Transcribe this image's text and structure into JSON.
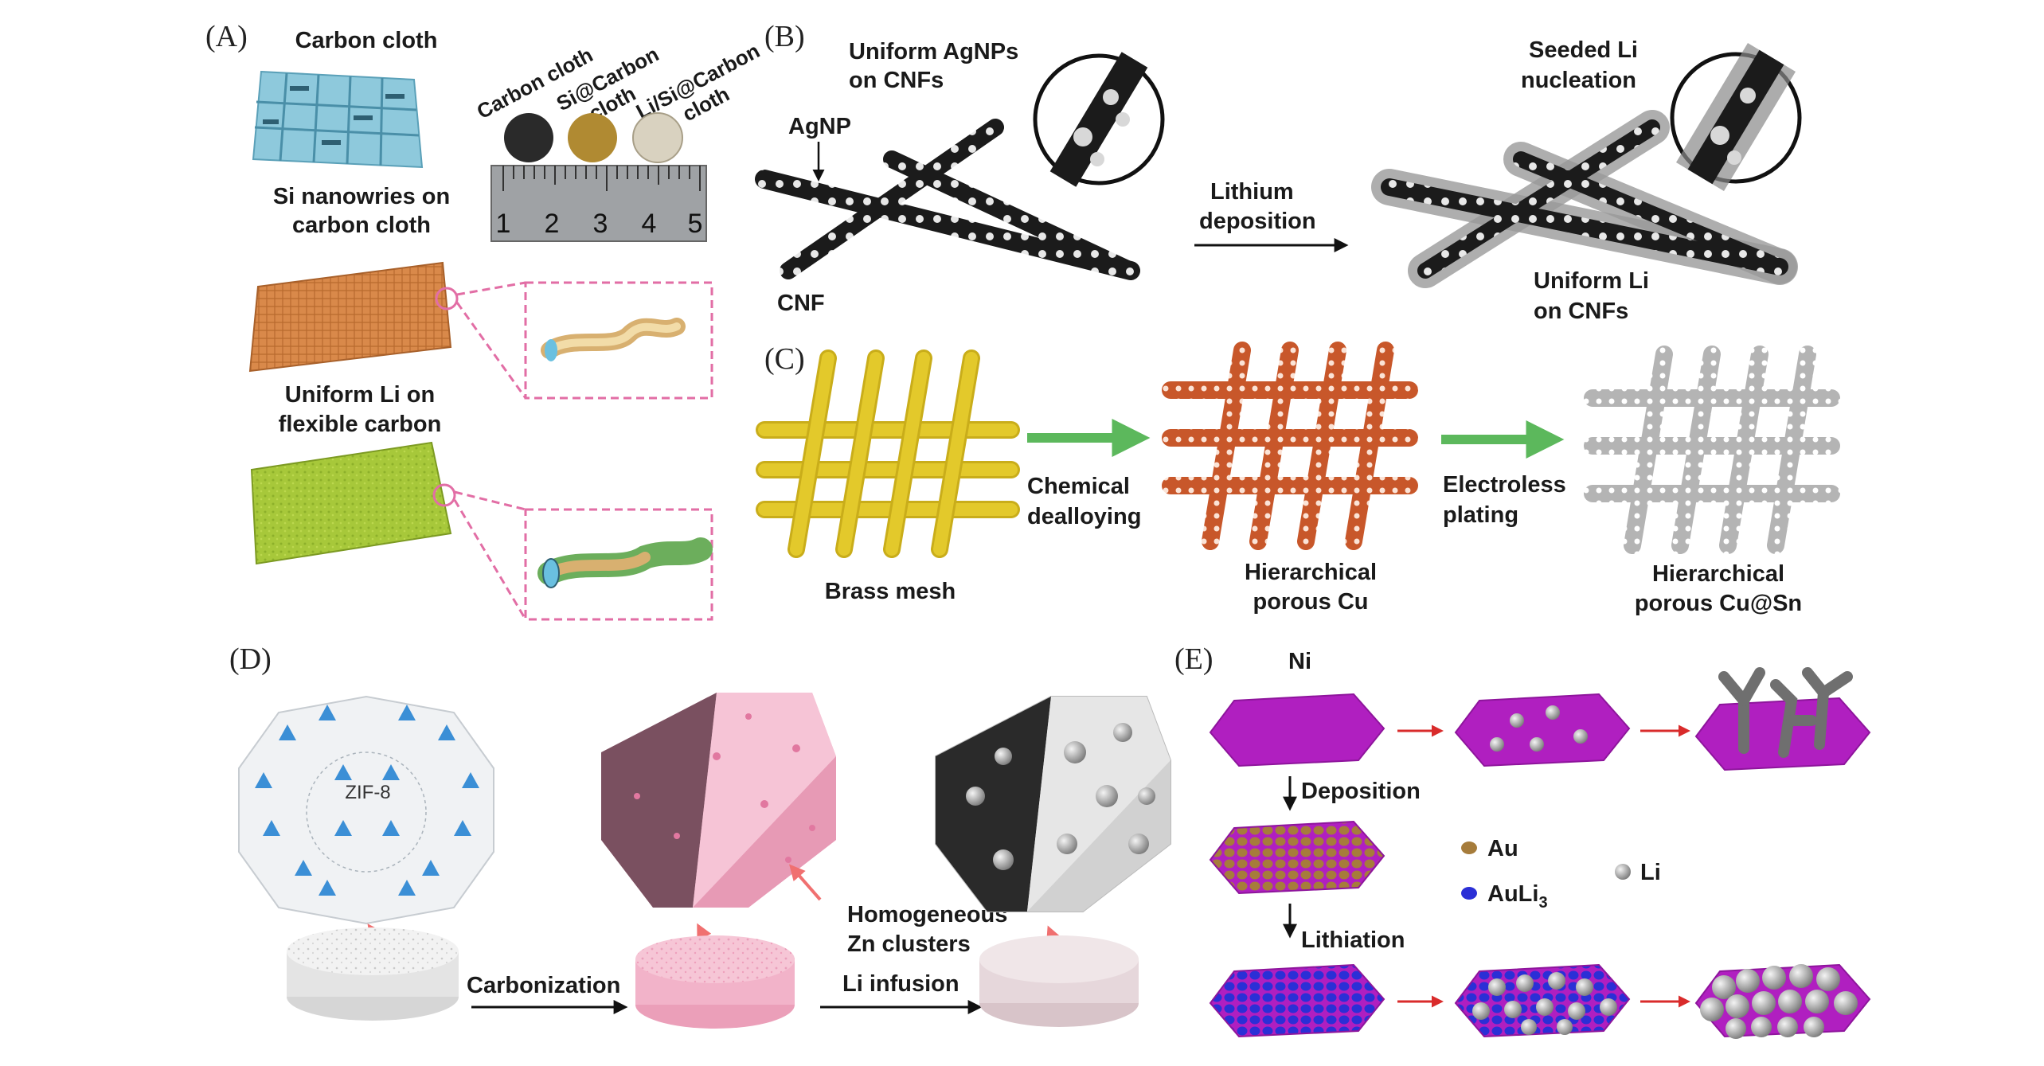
{
  "panels": {
    "A": {
      "label": "(A)",
      "carbon_cloth": "Carbon cloth",
      "si_nanowires": [
        "Si nanowries on",
        "carbon cloth"
      ],
      "uniform_li": [
        "Uniform Li on",
        "flexible carbon"
      ],
      "photo_labels": [
        [
          "Carbon cloth"
        ],
        [
          "Si@Carbon",
          "cloth"
        ],
        [
          "Li/Si@Carbon",
          "cloth"
        ]
      ],
      "ruler_ticks": [
        "1",
        "2",
        "3",
        "4",
        "5"
      ]
    },
    "B": {
      "label": "(B)",
      "uniform_agnps": [
        "Uniform AgNPs",
        "on CNFs"
      ],
      "agnp": "AgNP",
      "cnf": "CNF",
      "lithium_deposition": [
        "Lithium",
        "deposition"
      ],
      "seeded_li": [
        "Seeded Li",
        "nucleation"
      ],
      "uniform_li_cnfs": [
        "Uniform Li",
        "on CNFs"
      ]
    },
    "C": {
      "label": "(C)",
      "brass_mesh": "Brass mesh",
      "chemical_dealloying": [
        "Chemical",
        "dealloying"
      ],
      "hier_cu": [
        "Hierarchical",
        "porous Cu"
      ],
      "electroless": [
        "Electroless",
        "plating"
      ],
      "hier_cusn": [
        "Hierarchical",
        "porous Cu@Sn"
      ]
    },
    "D": {
      "label": "(D)",
      "zif8": "ZIF-8",
      "carbonization": "Carbonization",
      "li_infusion": "Li infusion",
      "homogeneous": [
        "Homogeneous",
        "Zn clusters"
      ]
    },
    "E": {
      "label": "(E)",
      "ni": "Ni",
      "deposition": "Deposition",
      "lithiation": "Lithiation",
      "legend_au": "Au",
      "legend_auli3": "AuLi",
      "legend_auli3_sub": "3",
      "legend_li": "Li"
    }
  },
  "colors": {
    "carbon_cloth": "#8ec9dc",
    "si_orange": "#d9894a",
    "li_green": "#a7c83a",
    "cnf_black": "#1b1b1b",
    "brass": "#e3c92b",
    "porous_cu": "#c8572a",
    "cu_sn": "#b4b4b4",
    "arrow_green": "#5cb85c",
    "zif_blue": "#3b8fd6",
    "pink": "#f2b3c9",
    "ni_magenta": "#b01fc0",
    "au_brown": "#a67c3b",
    "auli3_blue": "#2b2fd6",
    "li_grey": "#9a9a9a",
    "arrow_red": "#d92b2b",
    "dashed_pink": "#e26ea5"
  }
}
